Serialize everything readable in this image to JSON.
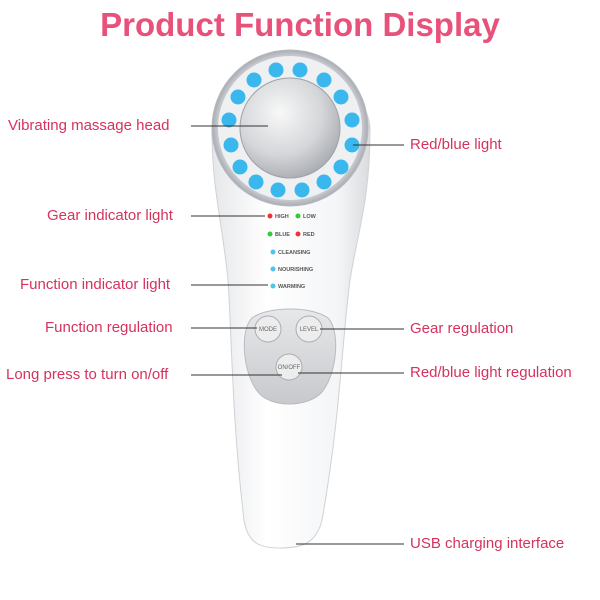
{
  "title": "Product Function Display",
  "labels": {
    "massage_head": "Vibrating massage head",
    "red_blue_light": "Red/blue light",
    "gear_indicator": "Gear indicator light",
    "function_indicator": "Function indicator light",
    "function_regulation": "Function regulation",
    "gear_regulation": "Gear regulation",
    "long_press": "Long press to turn on/off",
    "light_regulation": "Red/blue light regulation",
    "usb": "USB charging interface"
  },
  "indicators": {
    "high": "HIGH",
    "low": "LOW",
    "blue": "BLUE",
    "red": "RED",
    "cleansing": "CLEANSING",
    "nourishing": "NOURISHING",
    "warming": "WARMING"
  },
  "buttons": {
    "mode": "MODE",
    "level": "LEVEL",
    "onoff": "ON/OFF"
  },
  "colors": {
    "accent": "#e8527a",
    "led_blue": "#3ab8ee",
    "led_red": "#e33",
    "led_green": "#3c3",
    "led_cyan": "#4cc4ee"
  }
}
